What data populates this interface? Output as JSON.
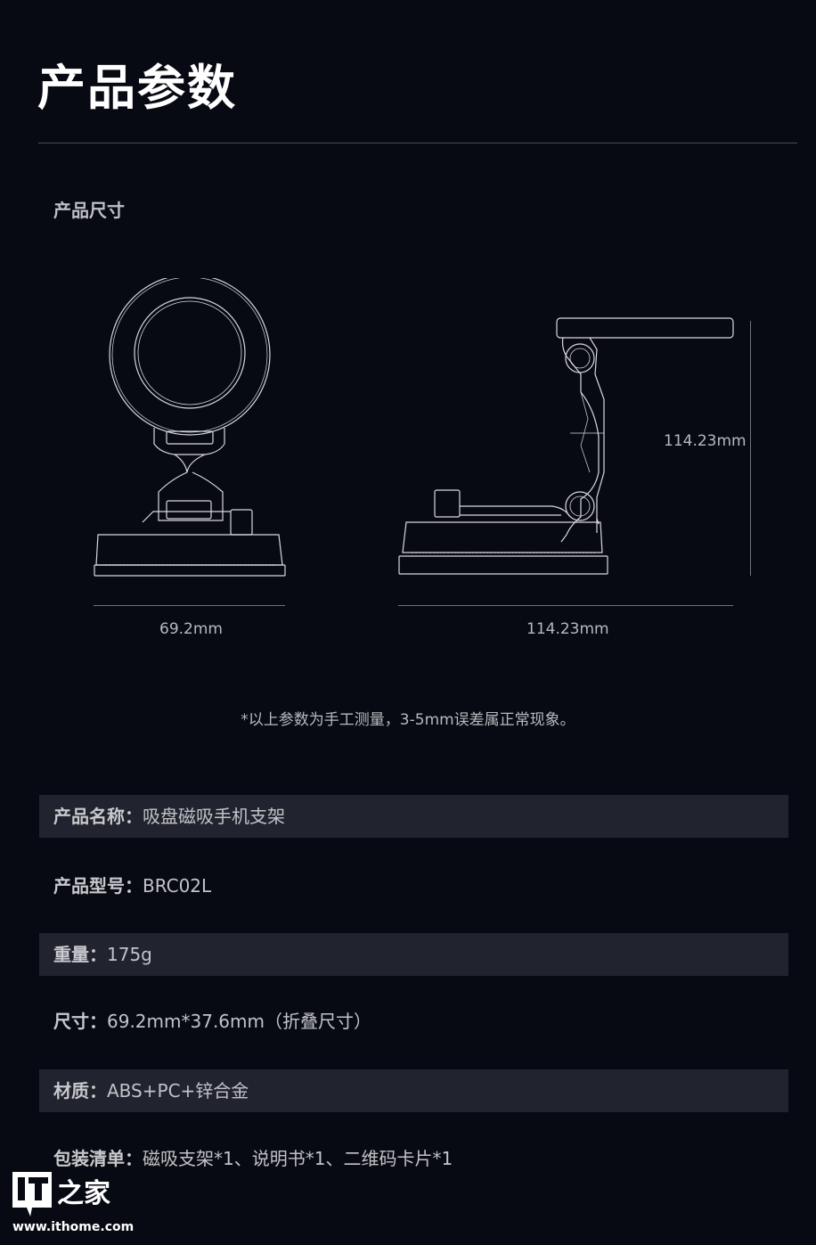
{
  "header": {
    "title": "产品参数"
  },
  "dimensions_section": {
    "title": "产品尺寸",
    "front_view": {
      "width_label": "69.2mm"
    },
    "side_view": {
      "width_label": "114.23mm",
      "height_label": "114.23mm"
    },
    "note": "*以上参数为手工测量，3-5mm误差属正常现象。"
  },
  "specs": [
    {
      "label": "产品名称：",
      "value": "吸盘磁吸手机支架",
      "shaded": true
    },
    {
      "label": "产品型号：",
      "value": "BRC02L",
      "shaded": false
    },
    {
      "label": "重量：",
      "value": "175g",
      "shaded": true
    },
    {
      "label": "尺寸：",
      "value": "69.2mm*37.6mm（折叠尺寸）",
      "shaded": false
    },
    {
      "label": "材质：",
      "value": "ABS+PC+锌合金",
      "shaded": true
    },
    {
      "label": "包装清单：",
      "value": "磁吸支架*1、说明书*1、二维码卡片*1",
      "shaded": false
    }
  ],
  "watermark": {
    "logo_text": "IT之家",
    "url": "www.ithome.com"
  },
  "colors": {
    "background": "#080a13",
    "row_shade": "#21232e",
    "divider": "#4a4d56",
    "title": "#ffffff"
  }
}
